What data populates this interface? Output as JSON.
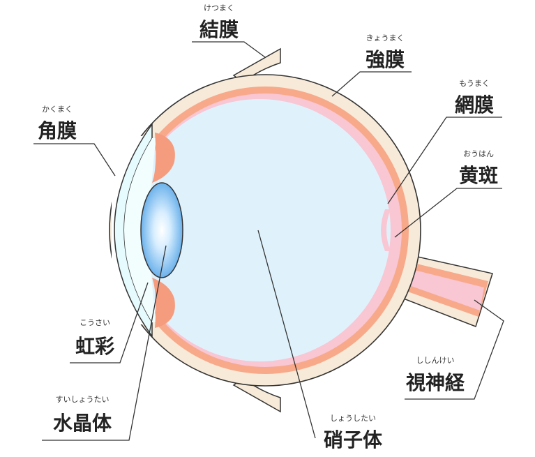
{
  "diagram": {
    "labels": {
      "conjunctiva": {
        "ruby": "けつまく",
        "term": "結膜"
      },
      "sclera": {
        "ruby": "きょうまく",
        "term": "強膜"
      },
      "retina": {
        "ruby": "もうまく",
        "term": "網膜"
      },
      "macula": {
        "ruby": "おうはん",
        "term": "黄斑"
      },
      "cornea": {
        "ruby": "かくまく",
        "term": "角膜"
      },
      "iris": {
        "ruby": "こうさい",
        "term": "虹彩"
      },
      "lens": {
        "ruby": "すいしょうたい",
        "term": "水晶体"
      },
      "optic_nerve": {
        "ruby": "ししんけい",
        "term": "視神経"
      },
      "vitreous": {
        "ruby": "しょうしたい",
        "term": "硝子体"
      }
    },
    "colors": {
      "sclera": "#f7ead8",
      "choroid": "#f7a98a",
      "retina": "#f9c6d3",
      "vitreous": "#dff2fc",
      "cornea": "#e6fbfd",
      "iris": "#f59c7e",
      "lens_edge": "#5aa8e8",
      "outline": "#333333"
    }
  }
}
